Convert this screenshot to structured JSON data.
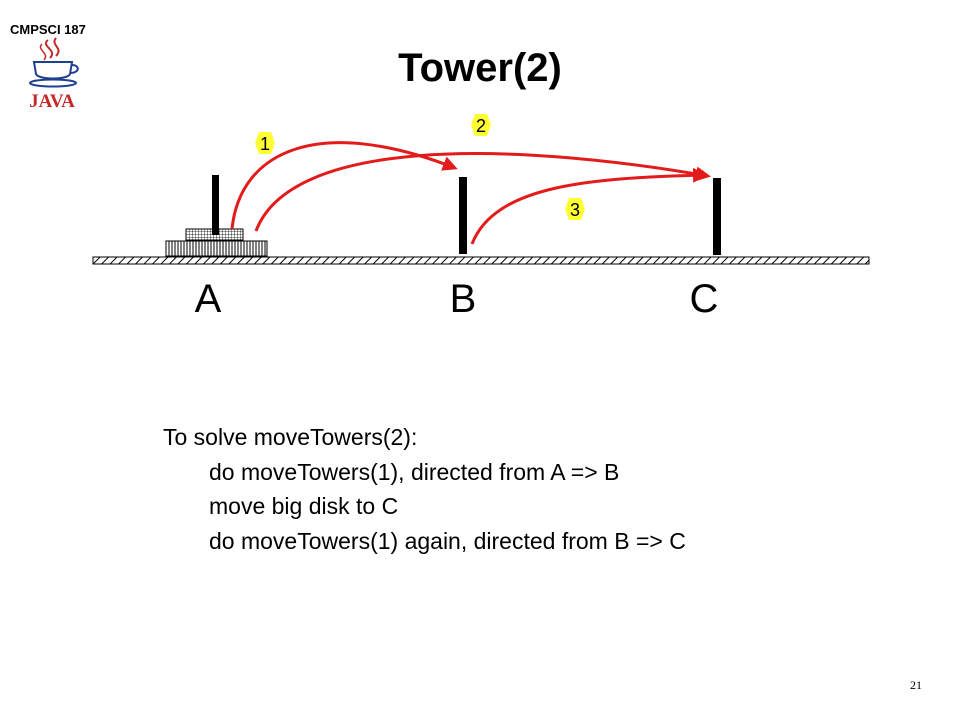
{
  "header": {
    "course": "CMPSCI 187",
    "logo_text": "JAVA"
  },
  "title": "Tower(2)",
  "pegs": [
    "A",
    "B",
    "C"
  ],
  "steps": [
    "1",
    "2",
    "3"
  ],
  "explanation": {
    "heading": "To solve moveTowers(2):",
    "lines": [
      "do moveTowers(1), directed from A => B",
      "move big disk to C",
      "do moveTowers(1) again, directed from B => C"
    ]
  },
  "page_number": "21",
  "colors": {
    "arrow": "#e31b1b",
    "step_badge": "#ffff33",
    "base": "#000000"
  }
}
